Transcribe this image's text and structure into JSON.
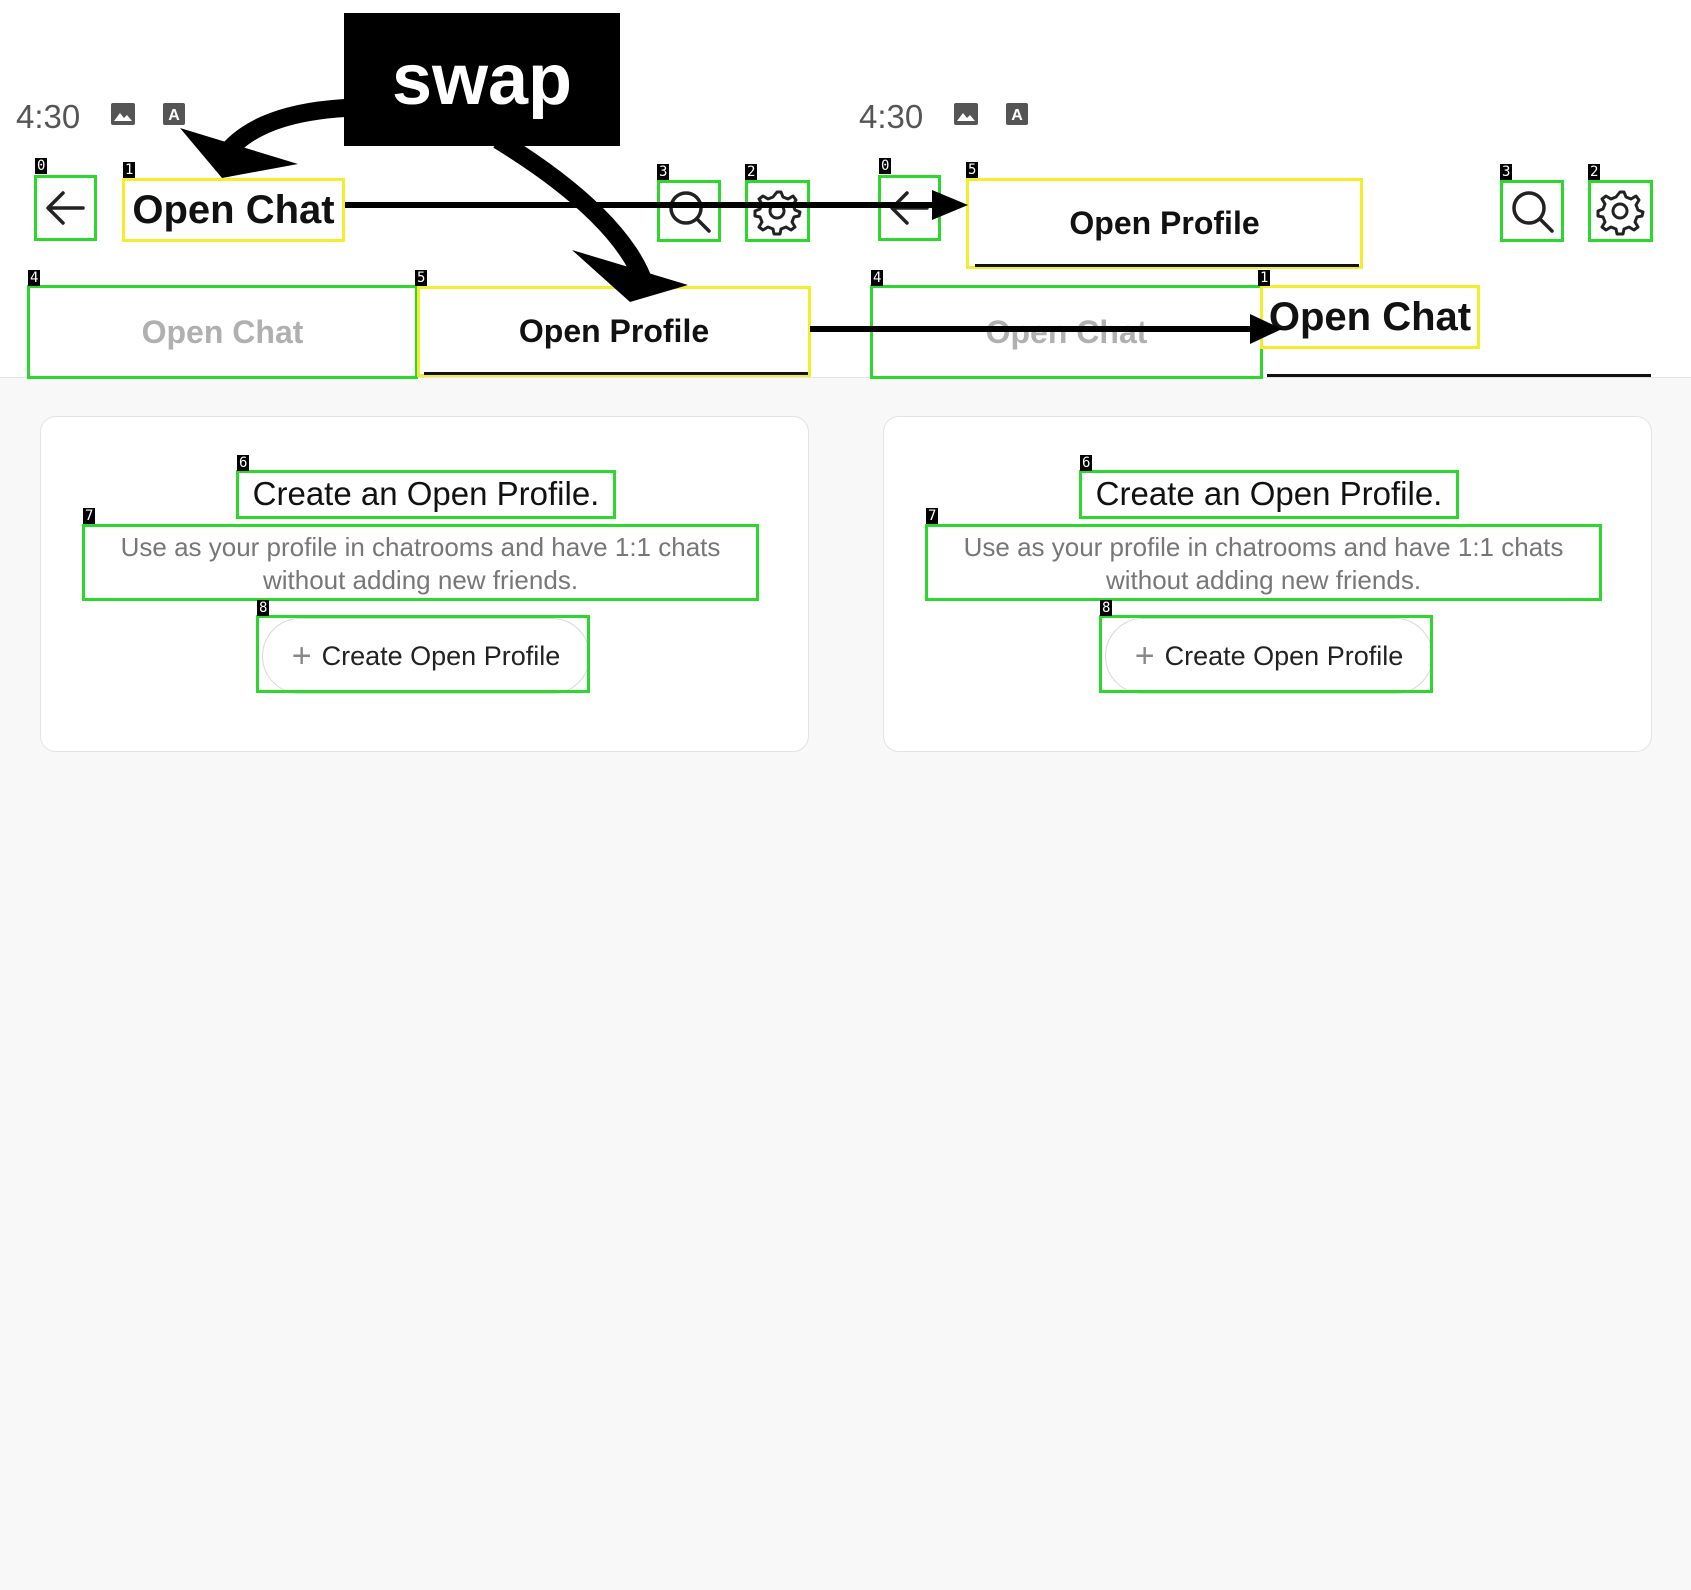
{
  "annotation": {
    "swap_label": "swap"
  },
  "left_screen": {
    "status_time": "4:30",
    "title": "Open Chat",
    "tabs": [
      {
        "label": "Open Chat",
        "active": false
      },
      {
        "label": "Open Profile",
        "active": true
      }
    ],
    "card": {
      "title": "Create an Open Profile.",
      "description_line1": "Use as your profile in chatrooms and have 1:1 chats",
      "description_line2": "without adding new friends.",
      "button_label": "Create Open Profile"
    },
    "markers": {
      "back": "0",
      "title": "1",
      "settings": "2",
      "search": "3",
      "tab1": "4",
      "tab2": "5",
      "card_title": "6",
      "card_desc": "7",
      "card_button": "8"
    }
  },
  "right_screen": {
    "status_time": "4:30",
    "title": "Open Profile",
    "tabs": [
      {
        "label": "Open Chat",
        "active": false
      },
      {
        "label": "Open Chat",
        "active": true
      }
    ],
    "card": {
      "title": "Create an Open Profile.",
      "description_line1": "Use as your profile in chatrooms and have 1:1 chats",
      "description_line2": "without adding new friends.",
      "button_label": "Create Open Profile"
    },
    "markers": {
      "back": "0",
      "title": "5",
      "settings": "2",
      "search": "3",
      "tab1": "4",
      "tab2": "1",
      "card_title": "6",
      "card_desc": "7",
      "card_button": "8"
    }
  },
  "colors": {
    "box_green": "#2bd82b",
    "box_yellow": "#f2ee2b",
    "background": "#f8f8f8"
  }
}
